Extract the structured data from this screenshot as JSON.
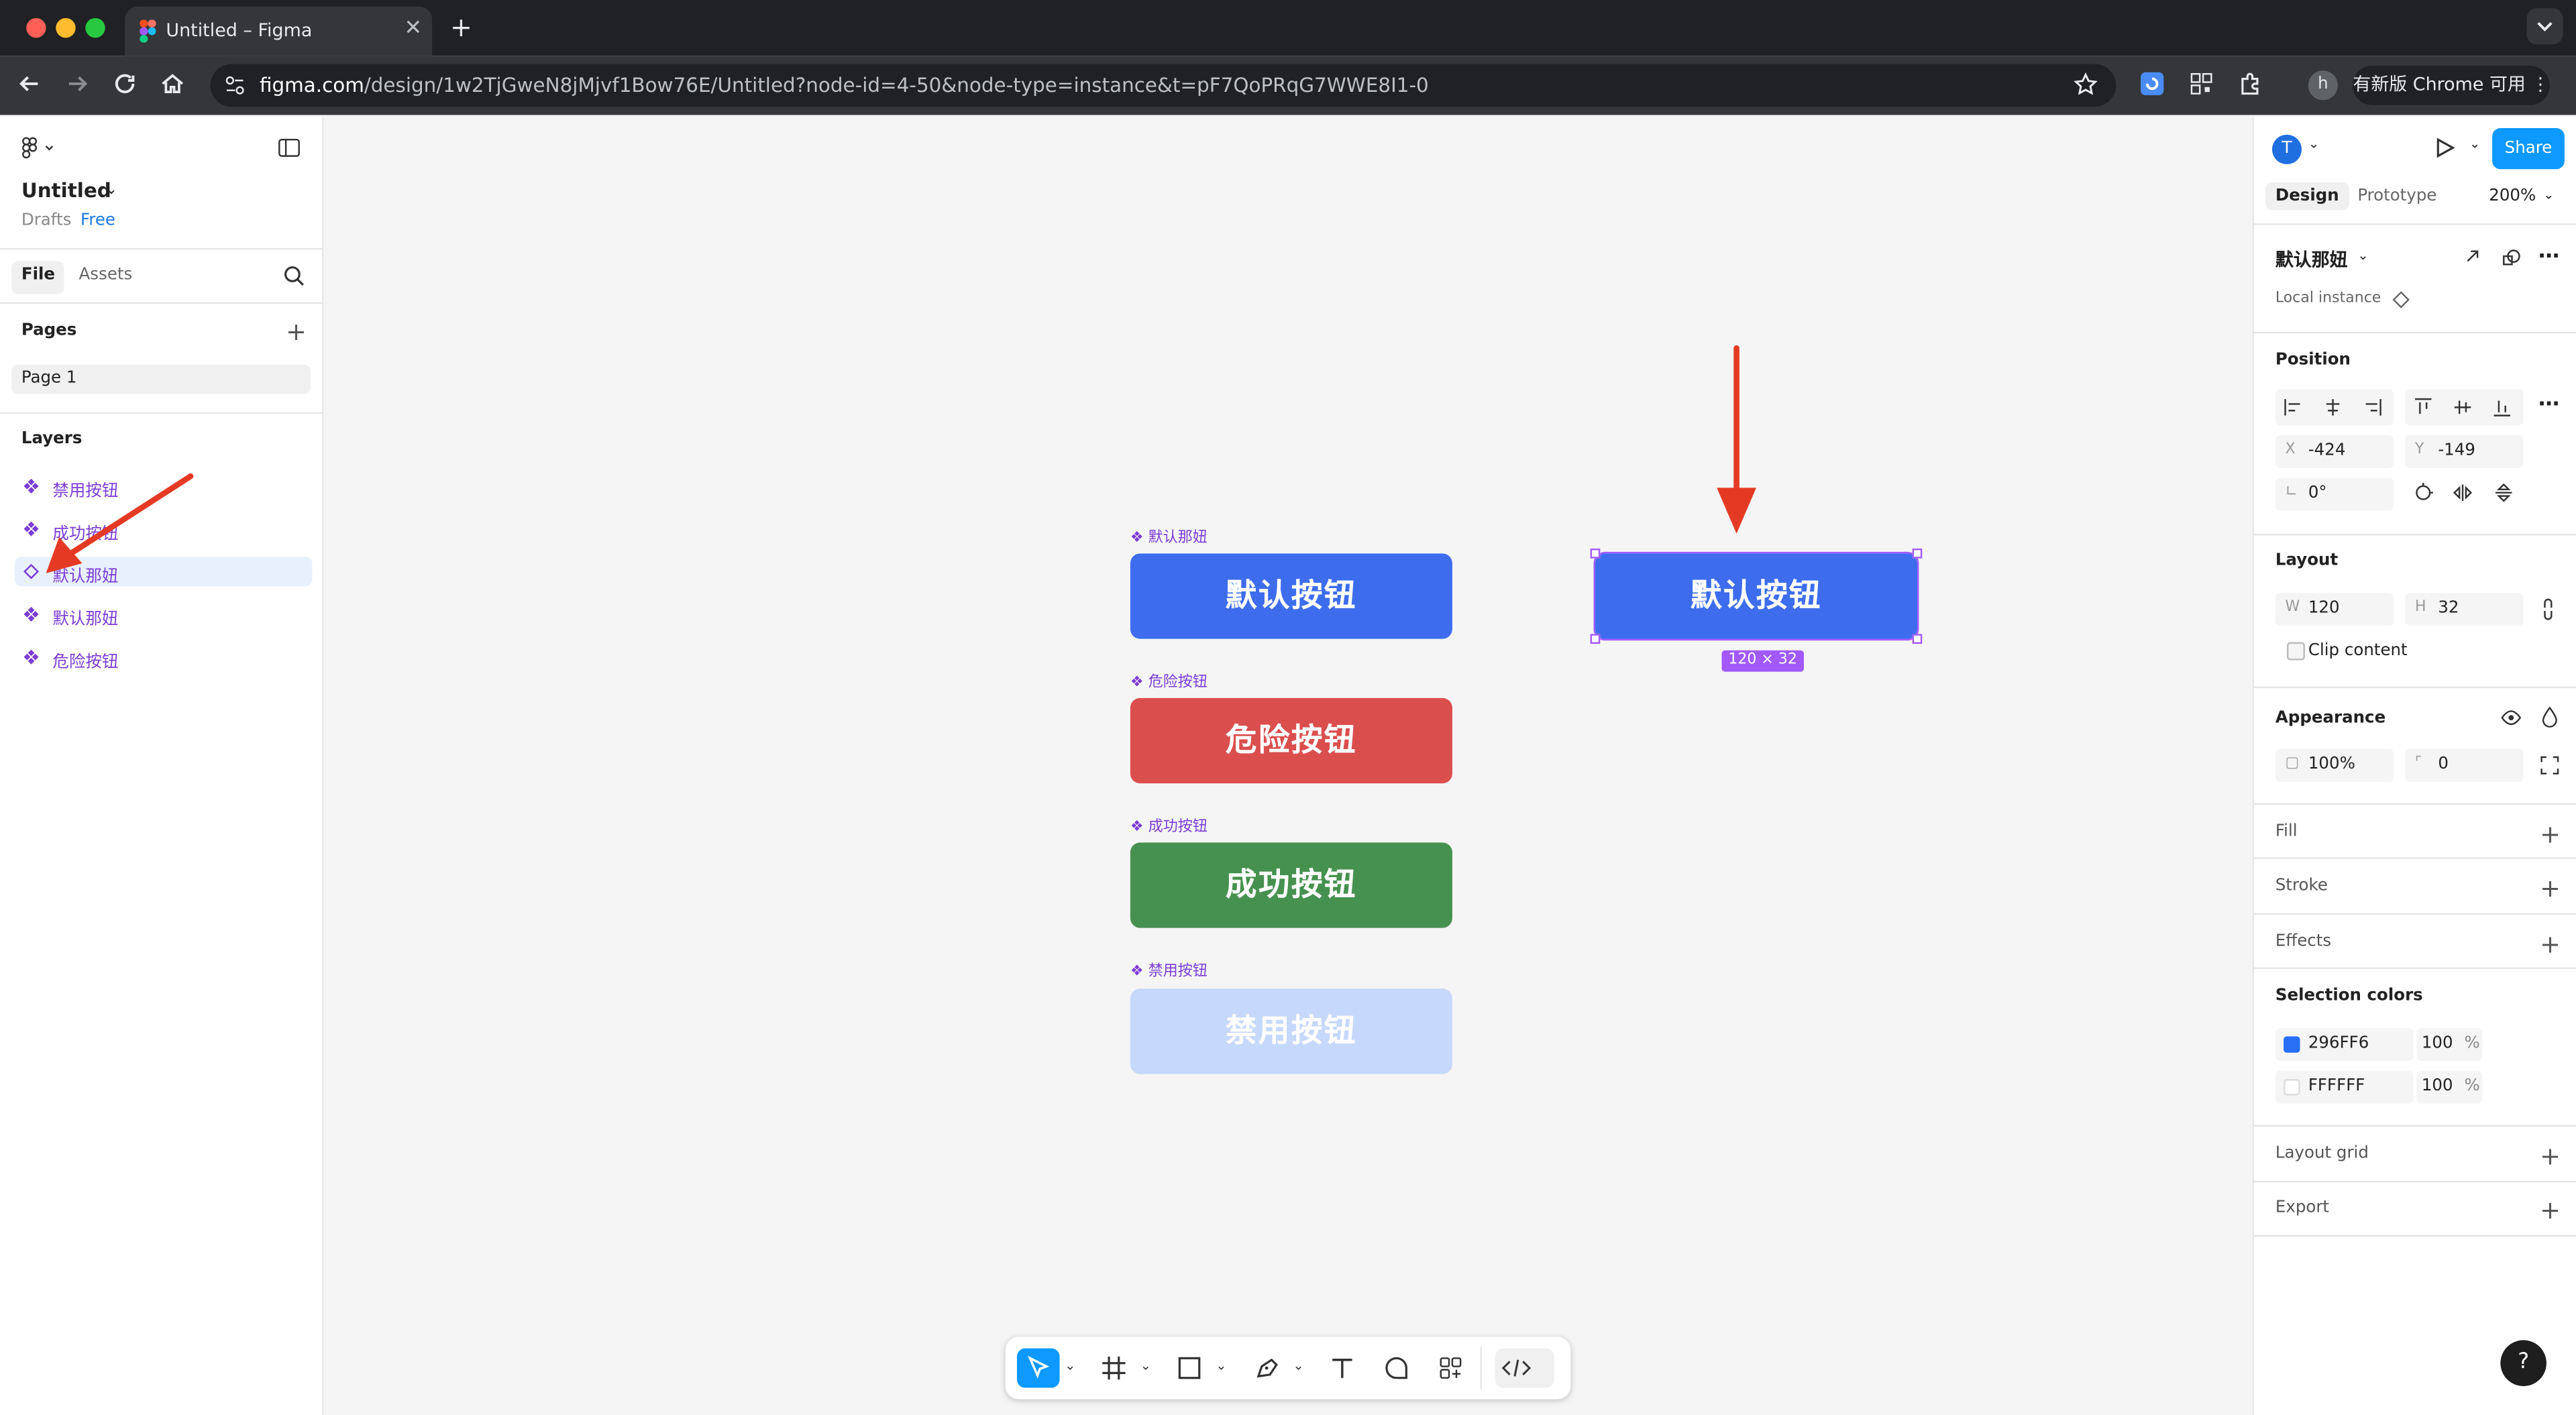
{
  "browser": {
    "tab_title": "Untitled – Figma",
    "url_host": "figma.com",
    "url_rest": "/design/1w2TjGweN8jMjvf1Bow76E/Untitled?node-id=4-50&node-type=instance&t=pF7QoPRqG7WWE8I1-0",
    "update_label": "有新版 Chrome 可用",
    "profile_initial": "h"
  },
  "left_panel": {
    "file_name": "Untitled",
    "drafts": "Drafts",
    "plan": "Free",
    "tabs": [
      "File",
      "Assets"
    ],
    "pages_title": "Pages",
    "pages": [
      "Page 1"
    ],
    "layers_title": "Layers",
    "layers": [
      "禁用按钮",
      "成功按钮",
      "默认那妞",
      "默认那妞",
      "危险按钮"
    ]
  },
  "canvas": {
    "components": [
      {
        "label": "默认那妞",
        "text": "默认按钮",
        "color": "#3D6DED"
      },
      {
        "label": "危险按钮",
        "text": "危险按钮",
        "color": "#DB4E4E"
      },
      {
        "label": "成功按钮",
        "text": "成功按钮",
        "color": "#46914F"
      },
      {
        "label": "禁用按钮",
        "text": "禁用按钮",
        "color": "#C6D8FB"
      }
    ],
    "instance": {
      "text": "默认按钮",
      "color": "#3D6DED",
      "size_badge": "120 × 32"
    },
    "selection_color": "#A259FF",
    "annotation_color": "#E43A23"
  },
  "right_panel": {
    "avatar": "T",
    "share": "Share",
    "tabs": [
      "Design",
      "Prototype"
    ],
    "zoom": "200%",
    "component_name": "默认那妞",
    "local_instance": "Local instance",
    "position_title": "Position",
    "x_label": "X",
    "x": "-424",
    "y_label": "Y",
    "y": "-149",
    "rotation": "0°",
    "layout_title": "Layout",
    "w_label": "W",
    "w": "120",
    "h_label": "H",
    "h": "32",
    "clip_content": "Clip content",
    "appearance_title": "Appearance",
    "opacity": "100%",
    "radius": "0",
    "fill": "Fill",
    "stroke": "Stroke",
    "effects": "Effects",
    "selection_colors_title": "Selection colors",
    "selection_colors": [
      {
        "hex": "296FF6",
        "opacity": "100",
        "swatch": "#296FF6"
      },
      {
        "hex": "FFFFFF",
        "opacity": "100",
        "swatch": "#FFFFFF"
      }
    ],
    "percent": "%",
    "layout_grid": "Layout grid",
    "export": "Export"
  },
  "help": "?"
}
